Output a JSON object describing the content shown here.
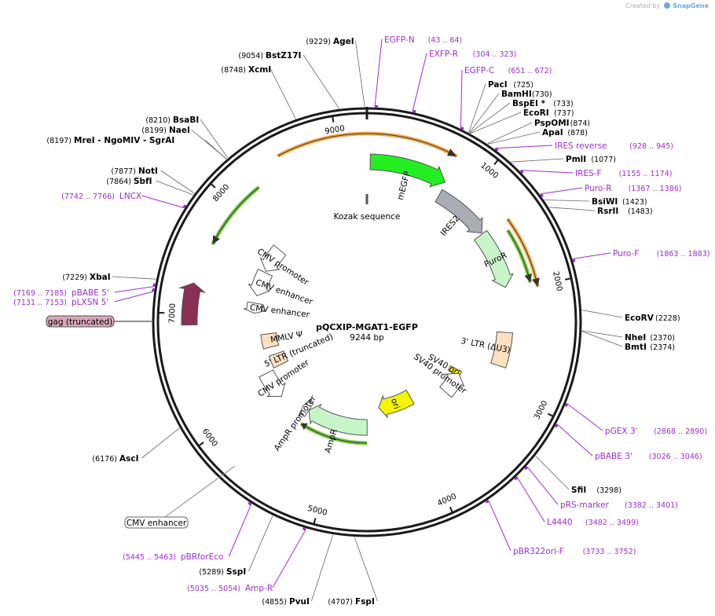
{
  "credit": {
    "prefix": "Created by",
    "brand": "SnapGene"
  },
  "colors": {
    "backbone": "#1a1a1a",
    "site_label": "#000000",
    "site_pos": "#000000",
    "primer": "#9b30c8",
    "feature_outline": "#555555",
    "mEGFP": "#22ee22",
    "IRES2": "#a8aeb4",
    "PuroR": "#c8f5c8",
    "AmpR": "#c8f5c8",
    "ori": "#f5f500",
    "SV40_ori": "#f5f500",
    "LTR": "#fde0c0",
    "psi": "#8b2f55",
    "gag": "#d8a8b8",
    "white": "#ffffff",
    "orf_orange": "#f0a030",
    "orf_green": "#5cc21c"
  },
  "plasmid": {
    "name": "pQCXIP-MGAT1-EGFP",
    "size": "9244 bp",
    "length": 9244
  },
  "ticks": [
    {
      "pos": 1000,
      "label": "1000"
    },
    {
      "pos": 2000,
      "label": "2000"
    },
    {
      "pos": 3000,
      "label": "3000"
    },
    {
      "pos": 4000,
      "label": "4000"
    },
    {
      "pos": 5000,
      "label": "5000"
    },
    {
      "pos": 6000,
      "label": "6000"
    },
    {
      "pos": 7000,
      "label": "7000"
    },
    {
      "pos": 8000,
      "label": "8000"
    },
    {
      "pos": 9000,
      "label": "9000"
    }
  ],
  "sites": [
    {
      "name": "AgeI",
      "pos": 9229,
      "pos_label": "(9229)"
    },
    {
      "name": "BstZ17I",
      "pos": 9054,
      "pos_label": "(9054)"
    },
    {
      "name": "XcmI",
      "pos": 8748,
      "pos_label": "(8748)"
    },
    {
      "name": "BsaBI",
      "pos": 8210,
      "pos_label": "(8210)"
    },
    {
      "name": "NaeI",
      "pos": 8199,
      "pos_label": "(8199)"
    },
    {
      "name": "MreI  -  NgoMIV  -  SgrAI",
      "pos": 8197,
      "pos_label": "(8197)"
    },
    {
      "name": "NotI",
      "pos": 7877,
      "pos_label": "(7877)"
    },
    {
      "name": "SbfI",
      "pos": 7864,
      "pos_label": "(7864)"
    },
    {
      "name": "XbaI",
      "pos": 7229,
      "pos_label": "(7229)"
    },
    {
      "name": "AscI",
      "pos": 6176,
      "pos_label": "(6176)"
    },
    {
      "name": "SspI",
      "pos": 5289,
      "pos_label": "(5289)"
    },
    {
      "name": "PvuI",
      "pos": 4855,
      "pos_label": "(4855)"
    },
    {
      "name": "FspI",
      "pos": 4707,
      "pos_label": "(4707)"
    },
    {
      "name": "PacI",
      "pos": 725,
      "pos_label": "(725)"
    },
    {
      "name": "BamHI",
      "pos": 730,
      "pos_label": "(730)"
    },
    {
      "name": "BspEI *",
      "pos": 733,
      "pos_label": "(733)"
    },
    {
      "name": "EcoRI",
      "pos": 737,
      "pos_label": "(737)"
    },
    {
      "name": "PspOMI",
      "pos": 874,
      "pos_label": "(874)"
    },
    {
      "name": "ApaI",
      "pos": 878,
      "pos_label": "(878)"
    },
    {
      "name": "PmlI",
      "pos": 1077,
      "pos_label": "(1077)"
    },
    {
      "name": "BsiWI",
      "pos": 1423,
      "pos_label": "(1423)"
    },
    {
      "name": "RsrII",
      "pos": 1483,
      "pos_label": "(1483)"
    },
    {
      "name": "EcoRV",
      "pos": 2228,
      "pos_label": "(2228)"
    },
    {
      "name": "NheI",
      "pos": 2370,
      "pos_label": "(2370)"
    },
    {
      "name": "BmtI",
      "pos": 2374,
      "pos_label": "(2374)"
    },
    {
      "name": "SfiI",
      "pos": 3298,
      "pos_label": "(3298)"
    }
  ],
  "primers": [
    {
      "name": "EGFP-N",
      "pos": 54,
      "range": "(43 .. 64)"
    },
    {
      "name": "EXFP-R",
      "pos": 314,
      "range": "(304 .. 323)"
    },
    {
      "name": "EGFP-C",
      "pos": 661,
      "range": "(651 .. 672)"
    },
    {
      "name": "IRES reverse",
      "pos": 936,
      "range": "(928 .. 945)"
    },
    {
      "name": "IRES-F",
      "pos": 1165,
      "range": "(1155 .. 1174)"
    },
    {
      "name": "Puro-R",
      "pos": 1376,
      "range": "(1367 .. 1386)"
    },
    {
      "name": "Puro-F",
      "pos": 1873,
      "range": "(1863 .. 1883)"
    },
    {
      "name": "pGEX 3'",
      "pos": 2879,
      "range": "(2868 .. 2890)"
    },
    {
      "name": "pBABE 3'",
      "pos": 3036,
      "range": "(3026 .. 3046)"
    },
    {
      "name": "pRS-marker",
      "pos": 3391,
      "range": "(3382 .. 3401)"
    },
    {
      "name": "L4440",
      "pos": 3490,
      "range": "(3482 .. 3499)"
    },
    {
      "name": "pBR322ori-F",
      "pos": 3742,
      "range": "(3733 .. 3752)"
    },
    {
      "name": "Amp-R",
      "pos": 5044,
      "range": "(5035 .. 5054)"
    },
    {
      "name": "pBRforEco",
      "pos": 5454,
      "range": "(5445 .. 5463)"
    },
    {
      "name": "LNCX",
      "pos": 7754,
      "range": "(7742 .. 7766)"
    },
    {
      "name": "pBABE 5'",
      "pos": 7177,
      "range": "(7169 .. 7185)"
    },
    {
      "name": "pLXSN 5'",
      "pos": 7142,
      "range": "(7131 .. 7153)"
    }
  ],
  "features": [
    {
      "name": "mEGFP",
      "start": 30,
      "end": 750,
      "dir": 1
    },
    {
      "name": "IRES2",
      "start": 760,
      "end": 1340,
      "dir": 1
    },
    {
      "name": "PuroR",
      "start": 1350,
      "end": 1950,
      "dir": 1
    },
    {
      "name": "3' LTR (ΔU3)",
      "start": 2420,
      "end": 2780,
      "dir": 0
    },
    {
      "name": "SV40 ori",
      "start": 3020,
      "end": 3100,
      "dir": 0
    },
    {
      "name": "SV40 promoter",
      "start": 3060,
      "end": 3380,
      "dir": -1
    },
    {
      "name": "ori",
      "start": 3850,
      "end": 4420,
      "dir": 1
    },
    {
      "name": "AmpR",
      "start": 4620,
      "end": 5480,
      "dir": 1
    },
    {
      "name": "AmpR promoter",
      "start": 5480,
      "end": 5580,
      "dir": 1
    },
    {
      "name": "CMV promoter",
      "start": 5880,
      "end": 6240,
      "dir": -1
    },
    {
      "name": "5' LTR (truncated)",
      "start": 6260,
      "end": 6440,
      "dir": 0
    },
    {
      "name": "MMLV Ψ",
      "start": 6560,
      "end": 6760,
      "dir": 0
    },
    {
      "name": "CMV enhancer",
      "start": 7050,
      "end": 7180,
      "dir": -1
    },
    {
      "name": "CMV enhancer",
      "start": 7280,
      "end": 7600,
      "dir": -1
    },
    {
      "name": "CMV promoter",
      "start": 7620,
      "end": 7950,
      "dir": -1
    }
  ],
  "psi_arrow": {
    "start": 6910,
    "end": 7260
  },
  "orf_arcs": [
    {
      "start": 8520,
      "end": 730,
      "dir": 1,
      "color": "orf_orange"
    },
    {
      "start": 7620,
      "end": 8250,
      "dir": -1,
      "color": "orf_green"
    },
    {
      "start": 1460,
      "end": 1960,
      "dir": 1,
      "color": "orf_green"
    },
    {
      "start": 1380,
      "end": 2010,
      "dir": 1,
      "color": "orf_orange"
    },
    {
      "start": 4620,
      "end": 5470,
      "dir": 1,
      "color": "orf_green"
    }
  ],
  "kozak": {
    "label": "Kozak sequence"
  },
  "outside_features": [
    {
      "name": "gag (truncated)"
    },
    {
      "name": "CMV enhancer"
    }
  ]
}
